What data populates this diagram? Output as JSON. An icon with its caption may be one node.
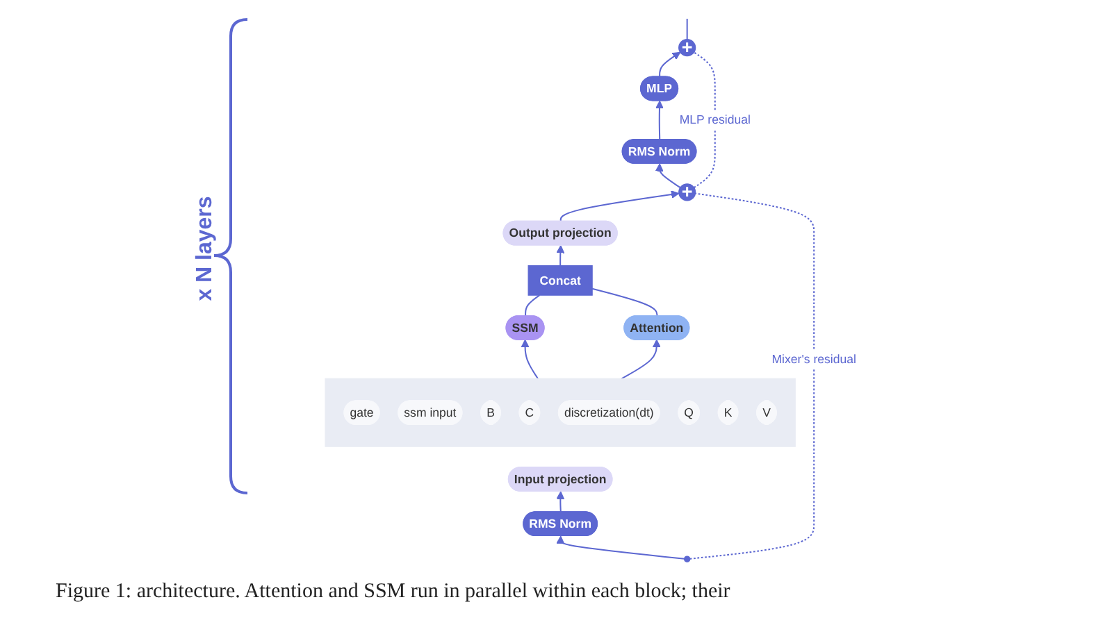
{
  "diagram": {
    "caption": "Figure 1: architecture. Attention and SSM run in parallel within each block; their",
    "nodes": [
      {
        "text": [
          "+"
        ]
      },
      {
        "text": [
          "MLP"
        ]
      },
      {
        "text": [
          "RMS Norm"
        ]
      },
      {
        "text": [
          "+"
        ]
      },
      {
        "text": [
          "Output projection"
        ]
      },
      {
        "text": [
          "Concat"
        ]
      },
      {
        "text": [
          "SSM"
        ]
      },
      {
        "text": [
          "Attention"
        ]
      },
      {
        "text": [],
        "shape": "box"
      },
      {
        "text": [
          "gate"
        ],
        "in": 8
      },
      {
        "text": [
          "ssm input"
        ],
        "in": 8
      },
      {
        "text": [
          "B"
        ],
        "in": 8
      },
      {
        "text": [
          "C"
        ],
        "in": 8
      },
      {
        "text": [
          "discretization(dt)"
        ],
        "in": 8
      },
      {
        "text": [
          "Q"
        ],
        "in": 8
      },
      {
        "text": [
          "K"
        ],
        "in": 8
      },
      {
        "text": [
          "V"
        ],
        "in": 8
      },
      {
        "text": [
          "Input projection"
        ]
      },
      {
        "text": [
          "RMS Norm"
        ]
      },
      {
        "text": [],
        "shape": "dots"
      }
    ],
    "edges": [
      {
        "from": 19,
        "to": 18,
        "arrow": "to"
      },
      {
        "from": 18,
        "to": 17,
        "arrow": "to"
      },
      {
        "from": 8,
        "to": 6,
        "arrow": "to"
      },
      {
        "from": 8,
        "to": 7,
        "arrow": "to"
      },
      {
        "from": 6,
        "to": 5,
        "arrow": "none"
      },
      {
        "from": 7,
        "to": 5,
        "arrow": "none"
      },
      {
        "from": 5,
        "to": 4,
        "arrow": "to"
      },
      {
        "from": 4,
        "to": 3,
        "arrow": "to"
      },
      {
        "from": 3,
        "to": 2,
        "arrow": "to"
      },
      {
        "from": 2,
        "to": 1,
        "arrow": "to"
      },
      {
        "from": 1,
        "to": 0,
        "arrow": "to"
      },
      {
        "from": 0,
        "to": null,
        "arrow": "none"
      },
      {
        "from": 3,
        "to": 0,
        "arrow": "none",
        "label": "MLP residual",
        "style": "dashed"
      },
      {
        "from": 19,
        "to": 3,
        "arrow": "none",
        "label": "Mixer's residual",
        "style": "dashed"
      }
    ],
    "labels": [
      "x N layers"
    ]
  }
}
